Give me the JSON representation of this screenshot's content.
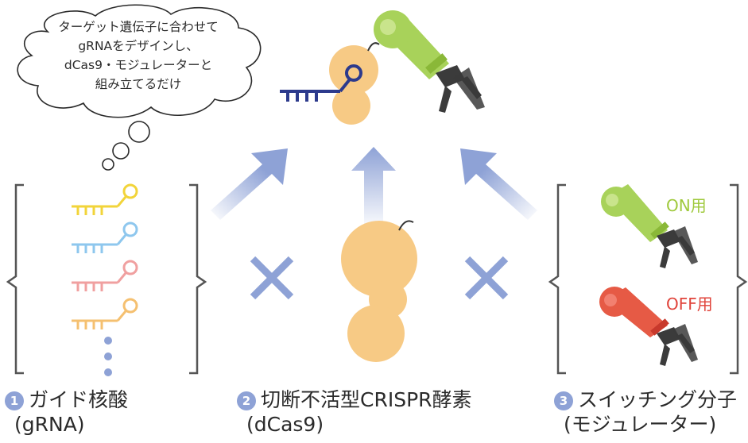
{
  "thought_bubble": {
    "lines": [
      "ターゲット遺伝子に合わせて",
      "gRNAをデザインし、",
      "dCas9・モジュレーターと",
      "組み立てるだけ"
    ]
  },
  "components": [
    {
      "number": "1",
      "name": "ガイド核酸",
      "sub": "(gRNA)"
    },
    {
      "number": "2",
      "name": "切断不活型CRISPR酵素",
      "sub": "(dCas9)"
    },
    {
      "number": "3",
      "name": "スイッチング分子",
      "sub": "(モジュレーター)"
    }
  ],
  "modulator_tags": {
    "on": "ON用",
    "off": "OFF用"
  },
  "colors": {
    "gRNA": [
      "#f2d43a",
      "#8ec7ee",
      "#f0a0a0",
      "#f5c070"
    ],
    "gRNA_dots": "#8ea2d6",
    "dcas9": "#f7ca85",
    "arrow": "#8ea2d6",
    "cross": "#8ea2d6",
    "on_arm": "#a8d25a",
    "off_arm": "#e65a45",
    "gripper": "#3b3b3b",
    "bracket": "#555555",
    "assembled_gRNA": "#2c3a8c"
  }
}
